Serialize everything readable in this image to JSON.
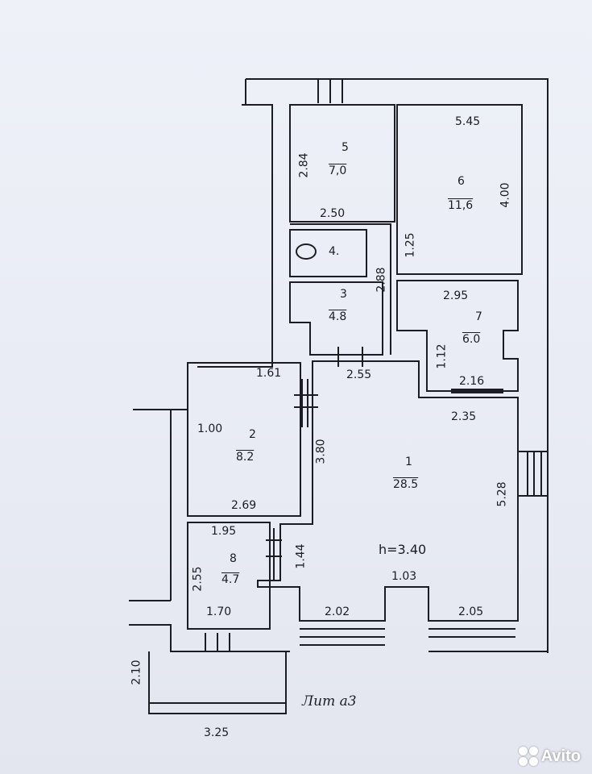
{
  "plan": {
    "caption": "Лит а3",
    "ceiling_height": "h=3.40",
    "rooms": [
      {
        "number": "1",
        "area": "28.5"
      },
      {
        "number": "2",
        "area": "8.2"
      },
      {
        "number": "3",
        "area": "4.8"
      },
      {
        "number": "4.",
        "area": ""
      },
      {
        "number": "5",
        "area": "7,0"
      },
      {
        "number": "6",
        "area": "11,6"
      },
      {
        "number": "7",
        "area": "6.0"
      },
      {
        "number": "8",
        "area": "4.7"
      }
    ],
    "dimensions": {
      "d545": "5.45",
      "d284": "2.84",
      "d250": "2.50",
      "d400": "4.00",
      "d125": "1.25",
      "d288": "2.88",
      "d295": "2.95",
      "d255": "2.55",
      "d112": "1.12",
      "d216": "2.16",
      "d235": "2.35",
      "d161": "1.61",
      "d100": "1.00",
      "d380": "3.80",
      "d269": "2.69",
      "d528": "5.28",
      "d195": "1.95",
      "d144": "1.44",
      "d255b": "2.55",
      "d103": "1.03",
      "d170": "1.70",
      "d202": "2.02",
      "d205": "2.05",
      "d210": "2.10",
      "d325": "3.25"
    }
  },
  "watermark": {
    "brand": "Avito"
  },
  "colors": {
    "line": "#1c1c24",
    "paper": "#eaedf5"
  }
}
